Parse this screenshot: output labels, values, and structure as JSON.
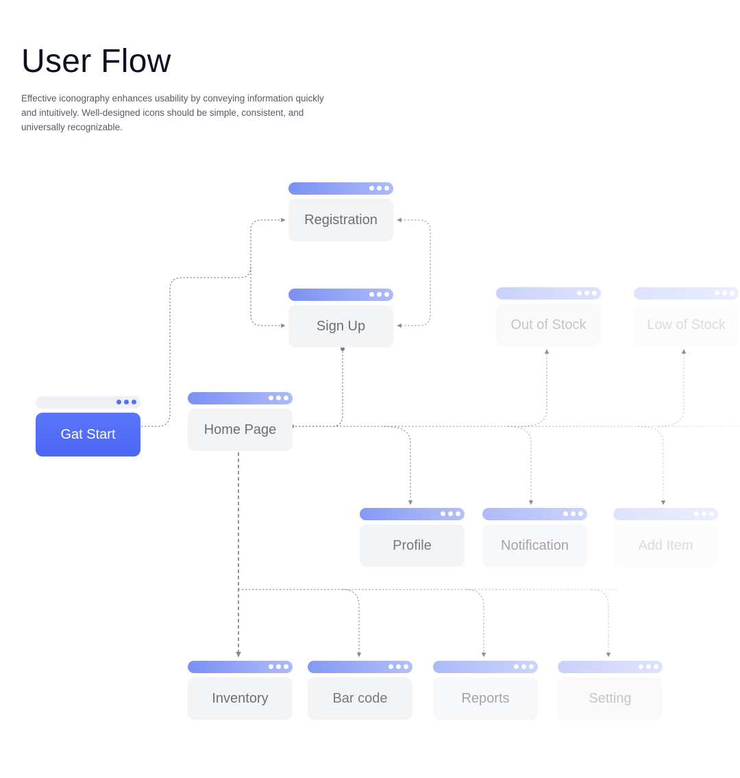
{
  "header": {
    "title": "User Flow",
    "description": "Effective iconography enhances usability by conveying information quickly and intuitively. Well-designed icons should be simple, consistent, and universally recognizable."
  },
  "colors": {
    "accent": "#5470f5",
    "bar_start": "#7a90f4",
    "bar_end": "#aebbfa",
    "box_bg": "#f3f4f6",
    "box_text": "#6b6e76",
    "connector": "#8a8d93"
  },
  "nodes": {
    "get_start": "Gat Start",
    "registration": "Registration",
    "sign_up": "Sign Up",
    "home_page": "Home Page",
    "out_of_stock": "Out of Stock",
    "low_of_stock": "Low of Stock",
    "profile": "Profile",
    "notification": "Notification",
    "add_item": "Add Item",
    "inventory": "Inventory",
    "bar_code": "Bar code",
    "reports": "Reports",
    "setting": "Setting"
  },
  "icons": {
    "window_controls": "three-dots-icon",
    "connector_arrow": "arrow-head-icon"
  }
}
